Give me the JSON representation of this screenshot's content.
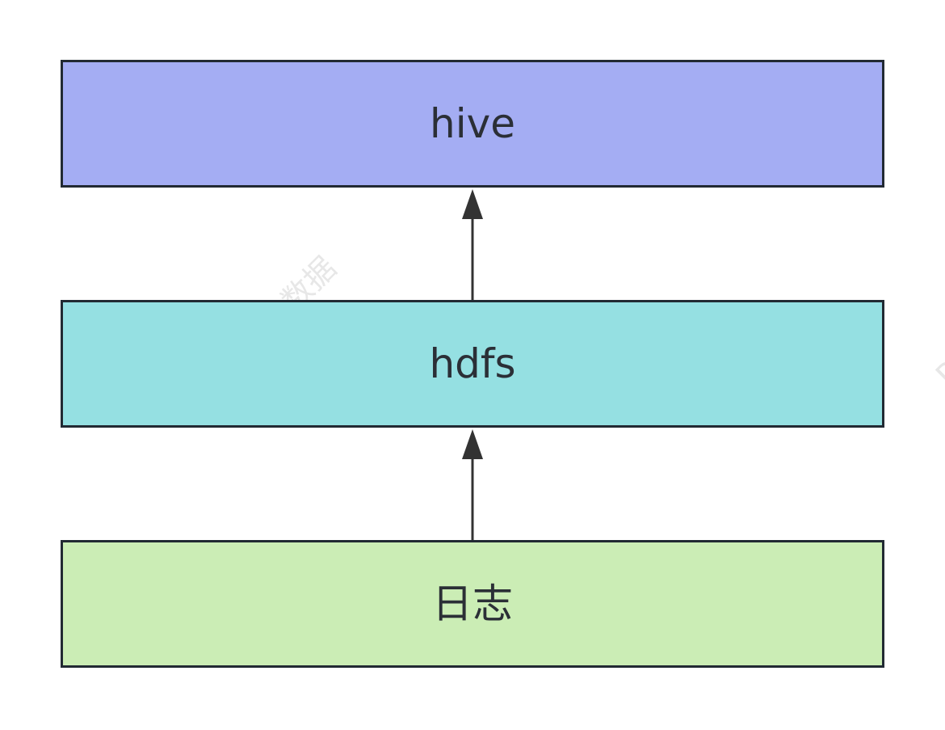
{
  "nodes": {
    "hive": {
      "label": "hive",
      "color": "#a4adf3"
    },
    "hdfs": {
      "label": "hdfs",
      "color": "#95e0e2"
    },
    "log": {
      "label": "日志",
      "color": "#cbedb5"
    }
  },
  "edges": [
    {
      "from": "log",
      "to": "hdfs"
    },
    {
      "from": "hdfs",
      "to": "hive"
    }
  ],
  "watermarks": [
    "da数据",
    "P"
  ],
  "colors": {
    "border": "#222a33",
    "arrow": "#333333",
    "text": "#2b2f36"
  }
}
